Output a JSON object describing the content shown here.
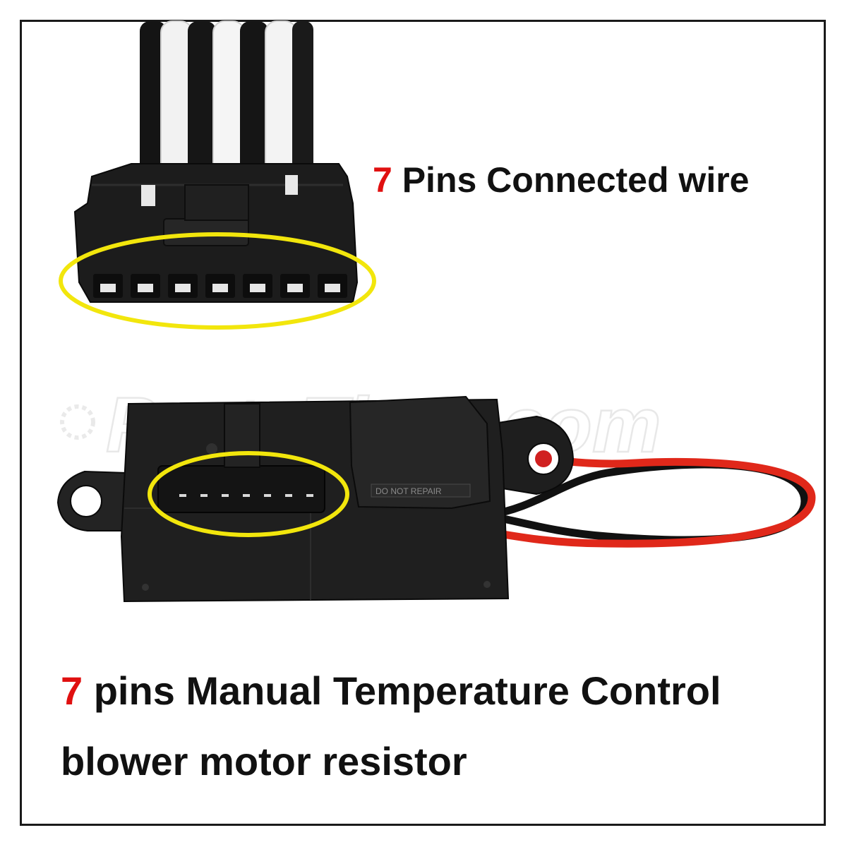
{
  "watermark": "PartsTime.com",
  "connector": {
    "highlight_color": "#f2e60c",
    "pin_count": 7
  },
  "resistor": {
    "stamp_text": "DO NOT REPAIR",
    "wire_colors": [
      "#111111",
      "#e0281a"
    ]
  },
  "captions": {
    "top": {
      "number": "7",
      "text": " Pins Connected wire"
    },
    "bottom_line1": {
      "number": "7",
      "text": " pins Manual Temperature Control"
    },
    "bottom_line2": "blower motor resistor"
  },
  "colors": {
    "number_red": "#e01010",
    "text": "#111111",
    "frame": "#1a1a1a"
  }
}
